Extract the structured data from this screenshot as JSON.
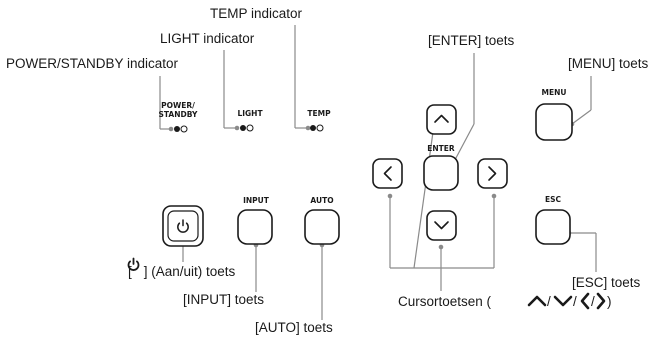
{
  "callouts": {
    "temp_indicator": "TEMP indicator",
    "light_indicator": "LIGHT indicator",
    "power_standby_indicator": "POWER/STANDBY indicator",
    "enter_key": "[ENTER] toets",
    "menu_key": "[MENU] toets",
    "power_key_prefix": "[",
    "power_key_suffix": "] (Aan/uit) toets",
    "input_key": "[INPUT] toets",
    "auto_key": "[AUTO] toets",
    "esc_key": "[ESC] toets",
    "cursor_keys_prefix": "Cursortoetsen (",
    "cursor_keys_suffix": ")"
  },
  "panel_labels": {
    "power_line1": "POWER/",
    "power_line2": "STANDBY",
    "light": "LIGHT",
    "temp": "TEMP",
    "enter": "ENTER",
    "menu": "MENU",
    "input": "INPUT",
    "auto": "AUTO",
    "esc": "ESC"
  },
  "icons": {
    "power": "power-icon",
    "up": "chevron-up-icon",
    "down": "chevron-down-icon",
    "left": "chevron-left-icon",
    "right": "chevron-right-icon"
  },
  "colors": {
    "ink": "#1a1a1a",
    "leader": "#8a8a8a",
    "background": "#ffffff"
  }
}
